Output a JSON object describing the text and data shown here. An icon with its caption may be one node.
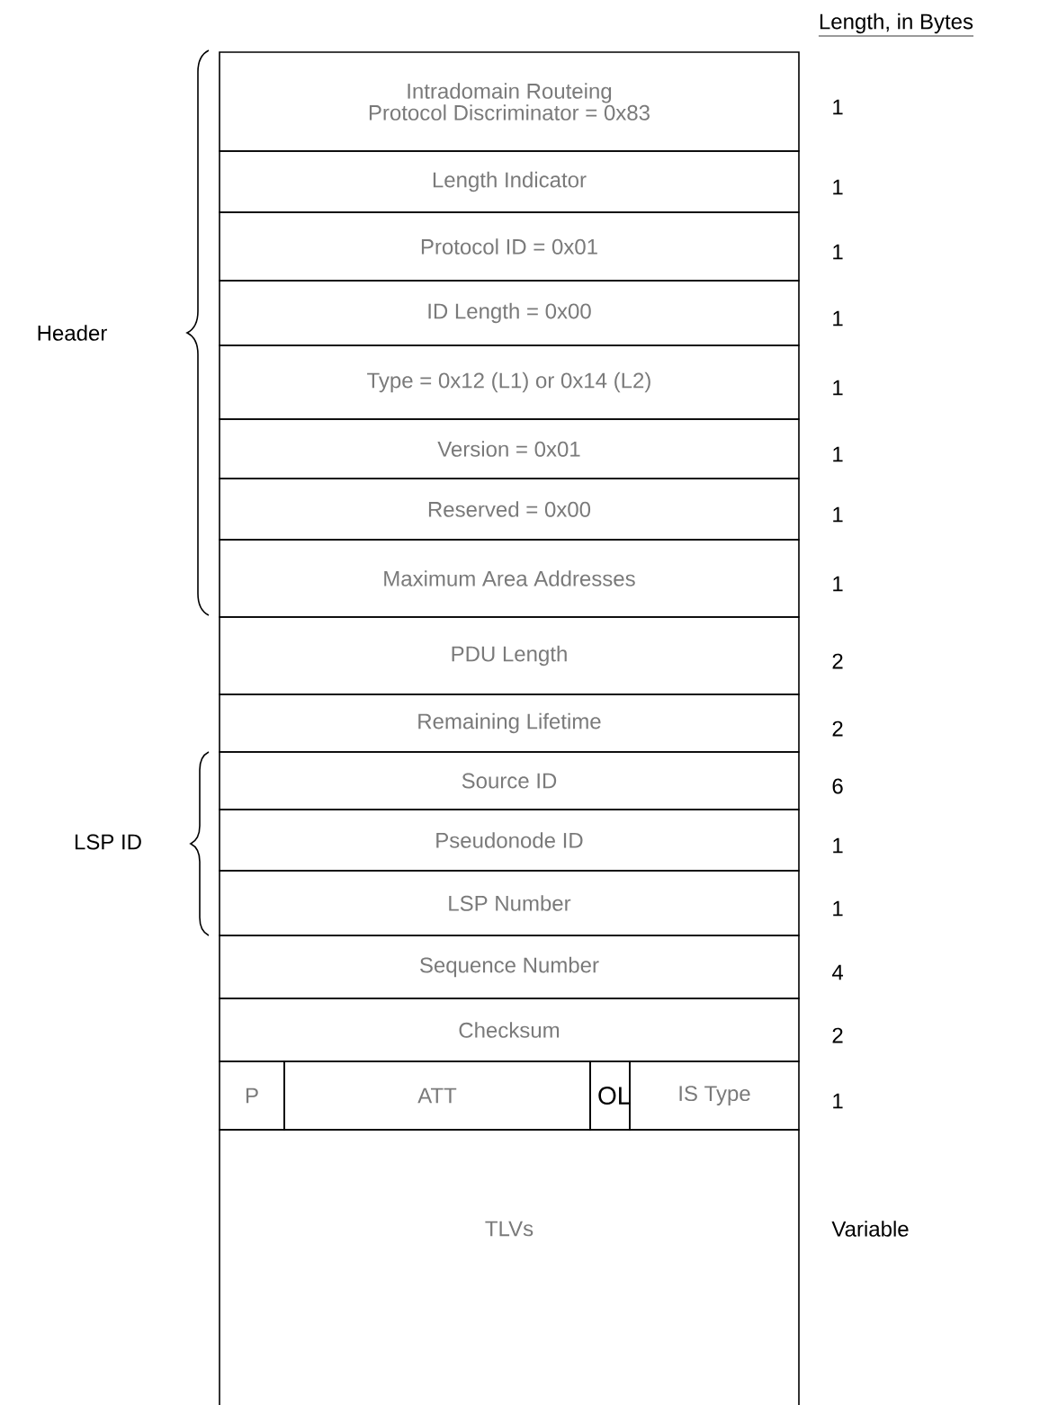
{
  "diagram": {
    "nodes": [
      {
        "text": [
          "Intradomain Routeing Protocol Discriminator = 0x83"
        ]
      },
      {
        "text": [
          "Length Indicator"
        ]
      },
      {
        "text": [
          "Protocol ID = 0x01"
        ]
      },
      {
        "text": [
          "ID Length = 0x00"
        ]
      },
      {
        "text": [
          "Type = 0x12 (L1) or 0x14 (L2)"
        ]
      },
      {
        "text": [
          "Version = 0x01"
        ]
      },
      {
        "text": [
          "Reserved = 0x00"
        ]
      },
      {
        "text": [
          "Maximum Area Addresses"
        ]
      },
      {
        "text": [
          "PDU Length"
        ]
      },
      {
        "text": [
          "Remaining Lifetime"
        ]
      },
      {
        "text": [
          "Source ID"
        ]
      },
      {
        "text": [
          "Pseudonode ID"
        ]
      },
      {
        "text": [
          "LSP Number"
        ]
      },
      {
        "text": [
          "Sequence Number"
        ]
      },
      {
        "text": [
          "Checksum"
        ]
      },
      {
        "text": [
          "P"
        ]
      },
      {
        "text": [
          "ATT"
        ]
      },
      {
        "text": [
          "OL"
        ]
      },
      {
        "text": [
          "IS Type"
        ]
      },
      {
        "text": [
          "TLVs"
        ]
      }
    ],
    "labels": [
      "Length, in Bytes",
      "Header",
      "LSP ID",
      "1",
      "1",
      "1",
      "1",
      "1",
      "1",
      "1",
      "1",
      "2",
      "2",
      "6",
      "1",
      "1",
      "4",
      "2",
      "1",
      "Variable"
    ]
  }
}
